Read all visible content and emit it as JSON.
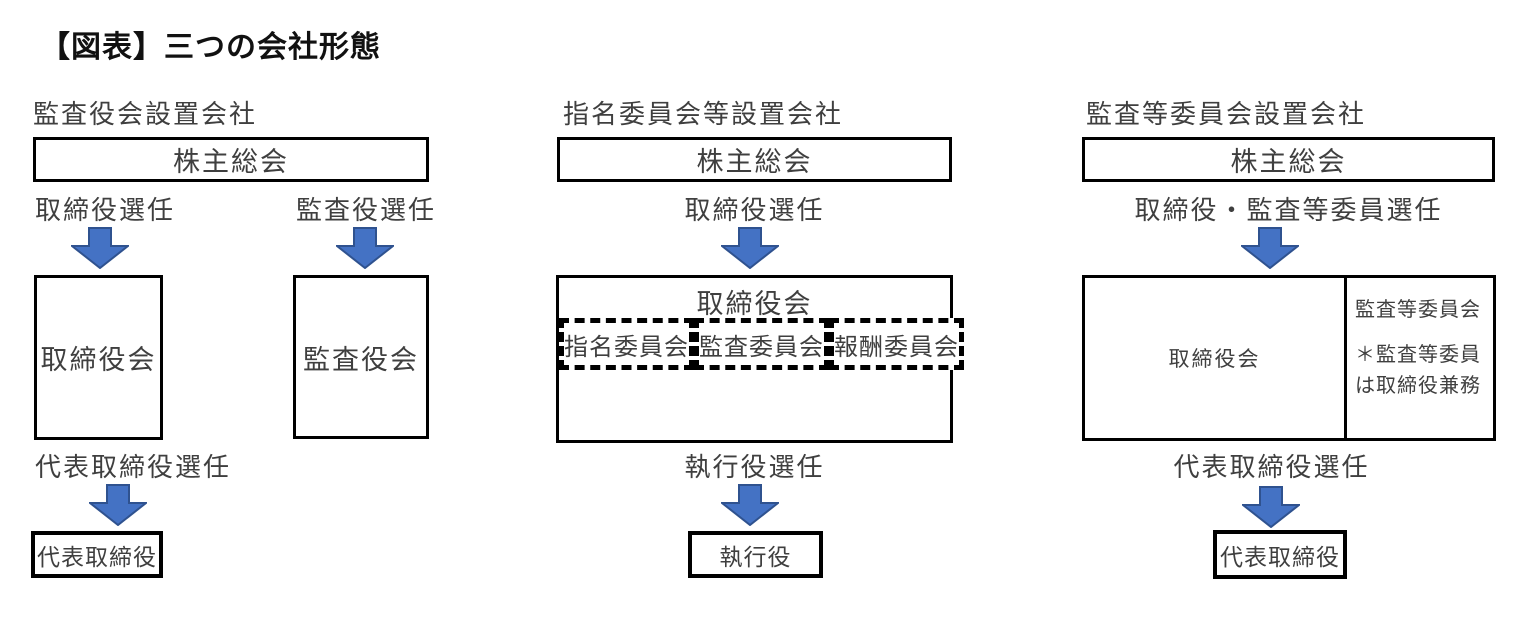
{
  "title": "【図表】三つの会社形態",
  "colors": {
    "arrow_fill": "#4472C4",
    "arrow_stroke": "#2F528F",
    "text": "#3F3F3F",
    "border": "#000000"
  },
  "columns": [
    {
      "header": "監査役会設置会社",
      "shareholders_box": "株主総会",
      "director_election_label": "取締役選任",
      "auditor_election_label": "監査役選任",
      "board_box": "取締役会",
      "auditors_box": "監査役会",
      "rep_director_election_label": "代表取締役選任",
      "rep_director_box": "代表取締役"
    },
    {
      "header": "指名委員会等設置会社",
      "shareholders_box": "株主総会",
      "director_election_label": "取締役選任",
      "board_box": "取締役会",
      "committees": [
        "指名委員会",
        "監査委員会",
        "報酬委員会"
      ],
      "executive_election_label": "執行役選任",
      "executive_box": "執行役"
    },
    {
      "header": "監査等委員会設置会社",
      "shareholders_box": "株主総会",
      "director_election_label": "取締役・監査等委員選任",
      "board_box": "取締役会",
      "audit_committee_note": [
        "監査等委員会",
        "＊監査等委員",
        "は取締役兼務"
      ],
      "rep_director_election_label": "代表取締役選任",
      "rep_director_box": "代表取締役"
    }
  ]
}
